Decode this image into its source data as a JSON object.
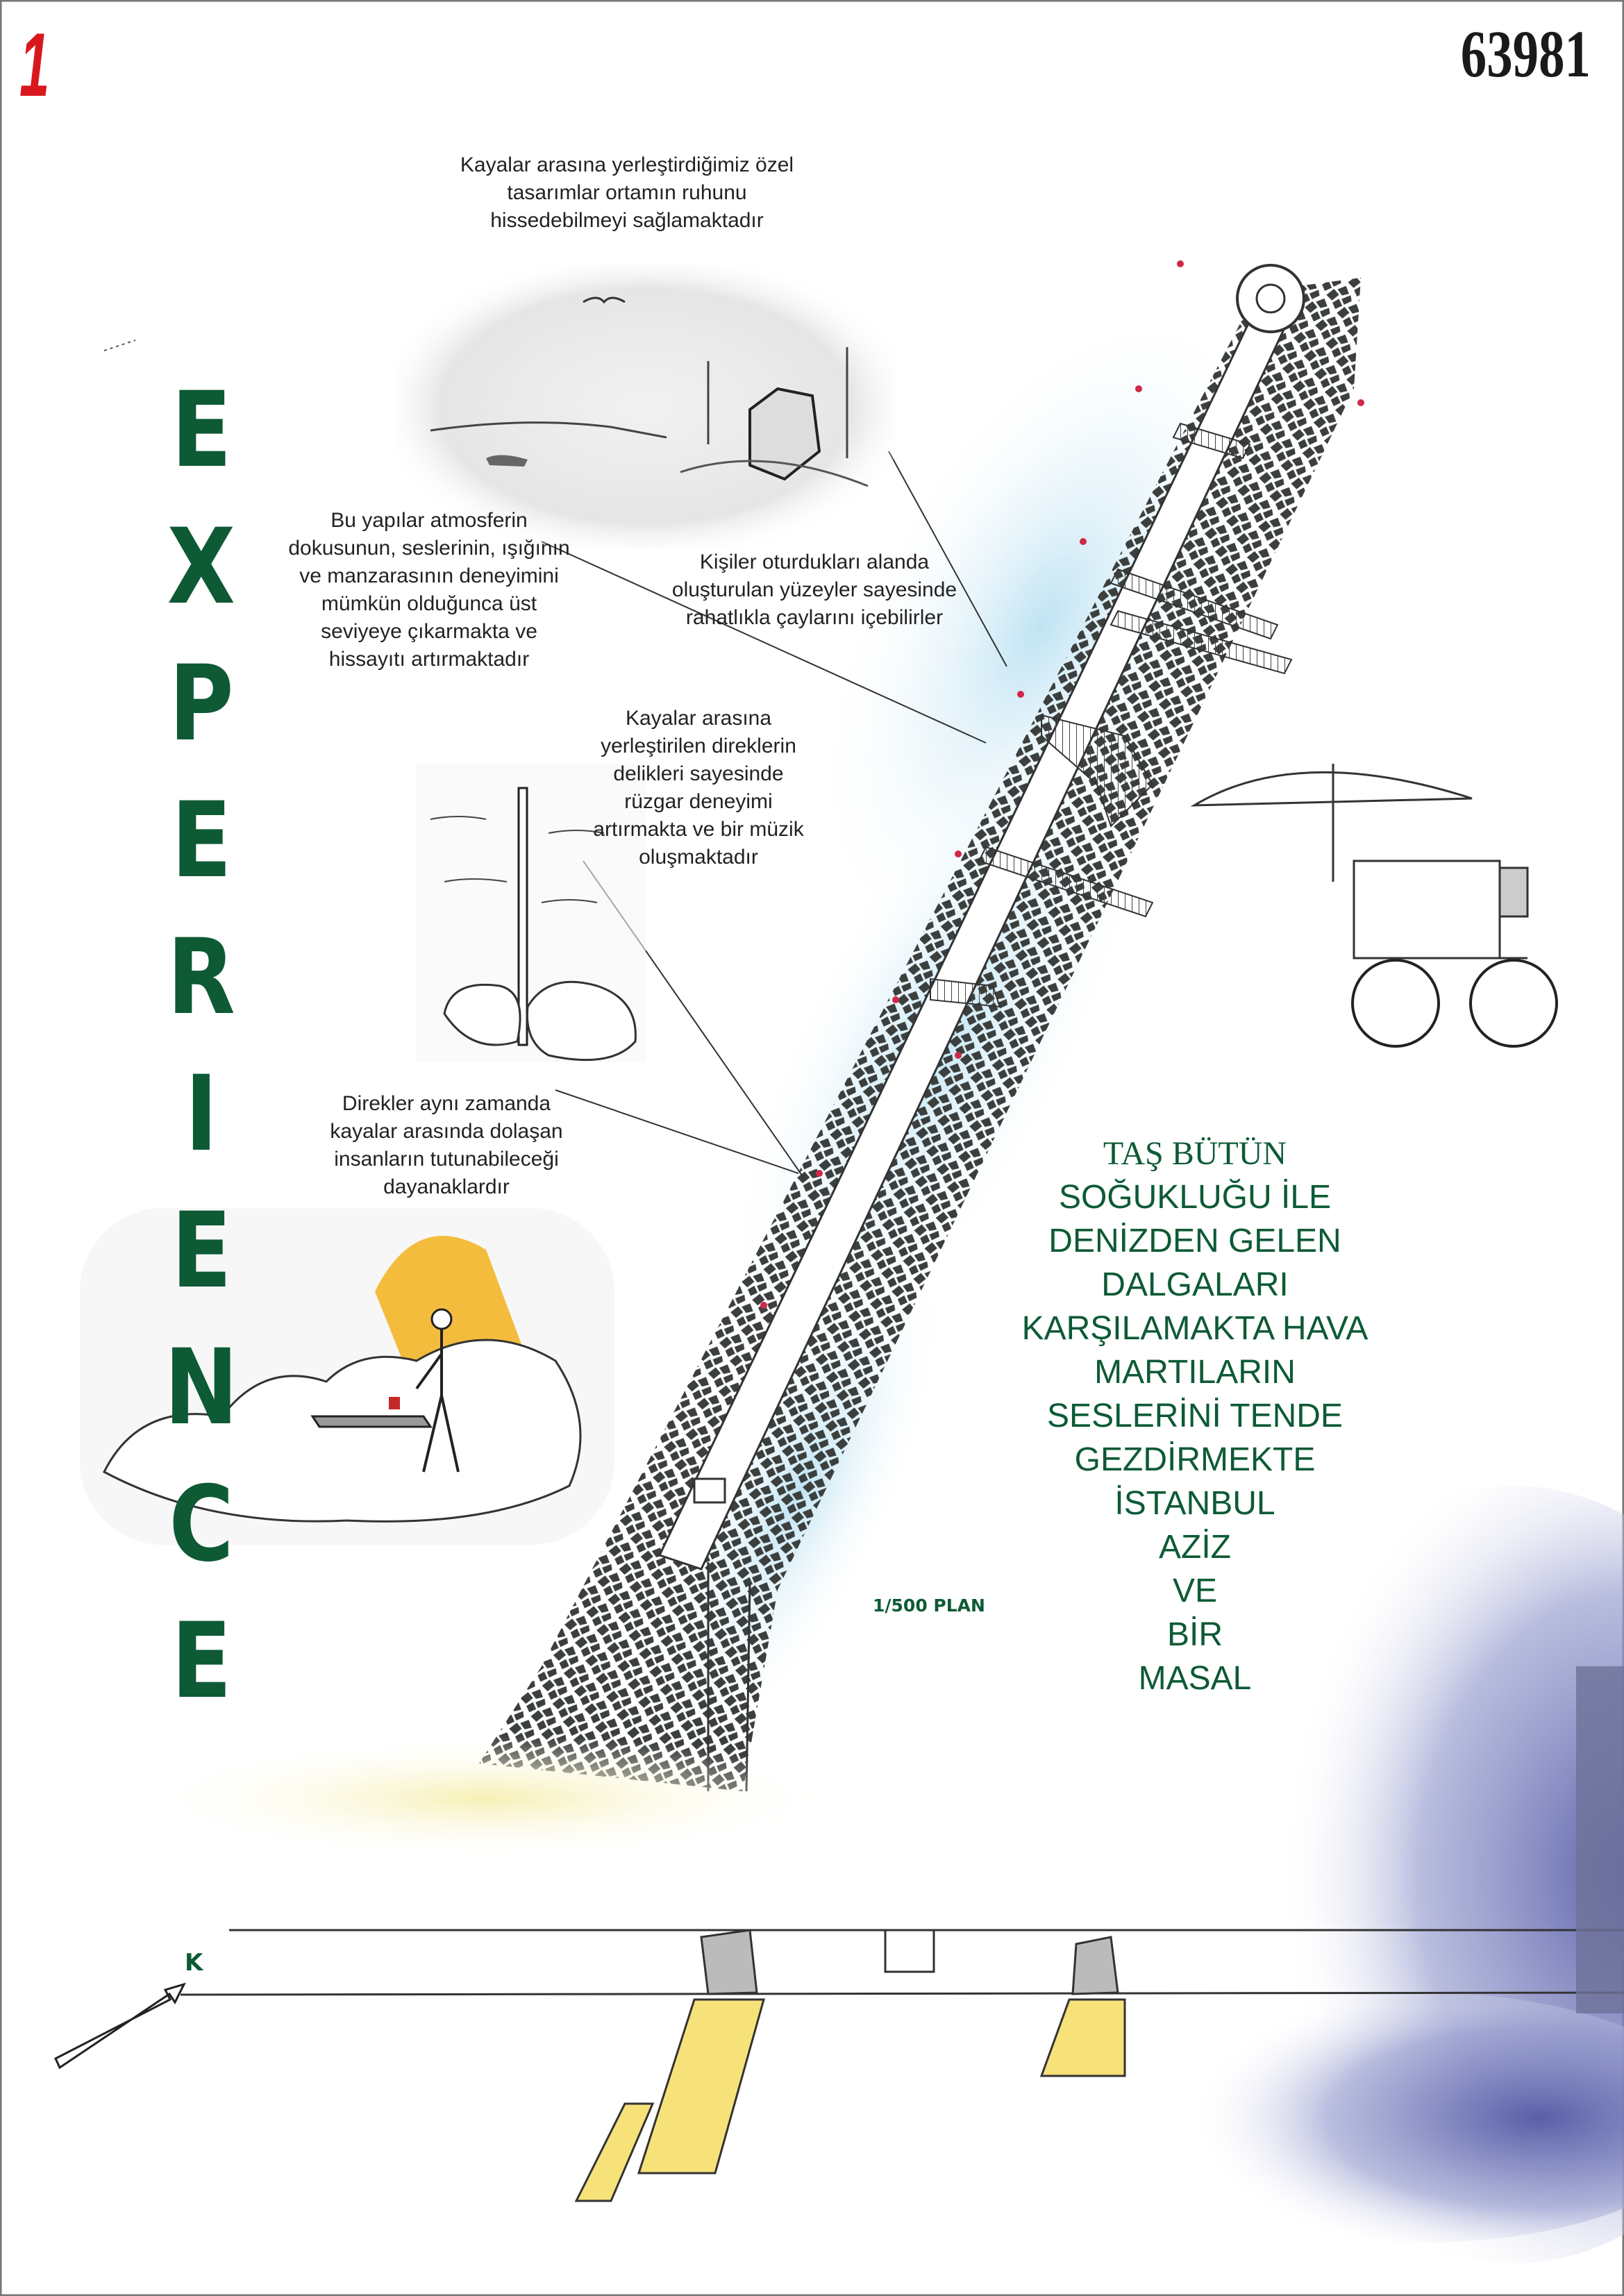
{
  "header": {
    "sheet_number": "1",
    "entry_code": "63981"
  },
  "title_vertical": [
    "E",
    "X",
    "P",
    "E",
    "R",
    "I",
    "E",
    "N",
    "C",
    "E"
  ],
  "captions": {
    "special_designs": "Kayalar arasına yerleştirdiğimiz özel\ntasarımlar ortamın ruhunu\nhissedebilmeyi sağlamaktadır",
    "atmosphere": "Bu yapılar atmosferin\ndokusunun, seslerinin, ışığının\nve manzarasının deneyimini\nmümkün olduğunca üst\nseviyeye çıkarmakta ve\nhissayıtı artırmaktadır",
    "seating": "Kişiler oturdukları alanda\noluşturulan yüzeyler sayesinde\nrahatlıkla çaylarını içebilirler",
    "poles_wind": "Kayalar arasına\nyerleştirilen direklerin\ndelikleri sayesinde\nrüzgar deneyimi\nartırmakta ve bir müzik\noluşmaktadır",
    "poles_support": "Direkler aynı zamanda\nkayalar arasında dolaşan\ninsanların tutunabileceği\ndayanaklardır"
  },
  "poem": [
    "TAŞ BÜTÜN",
    "SOĞUKLUĞU İLE",
    "DENİZDEN GELEN",
    "DALGALARI",
    "KARŞILAMAKTA HAVA",
    "MARTILARIN",
    "SESLERİNİ TENDE",
    "GEZDİRMEKTE",
    "İSTANBUL",
    "AZİZ",
    "VE",
    "BİR",
    "MASAL"
  ],
  "plan_label": "1/500 PLAN",
  "north_label": "K",
  "colors": {
    "green": "#0d5a35",
    "red": "#d9181e",
    "sea_blue": "#9fd3ea",
    "rock": "#3b3f3d",
    "wood": "#f2d35a"
  }
}
